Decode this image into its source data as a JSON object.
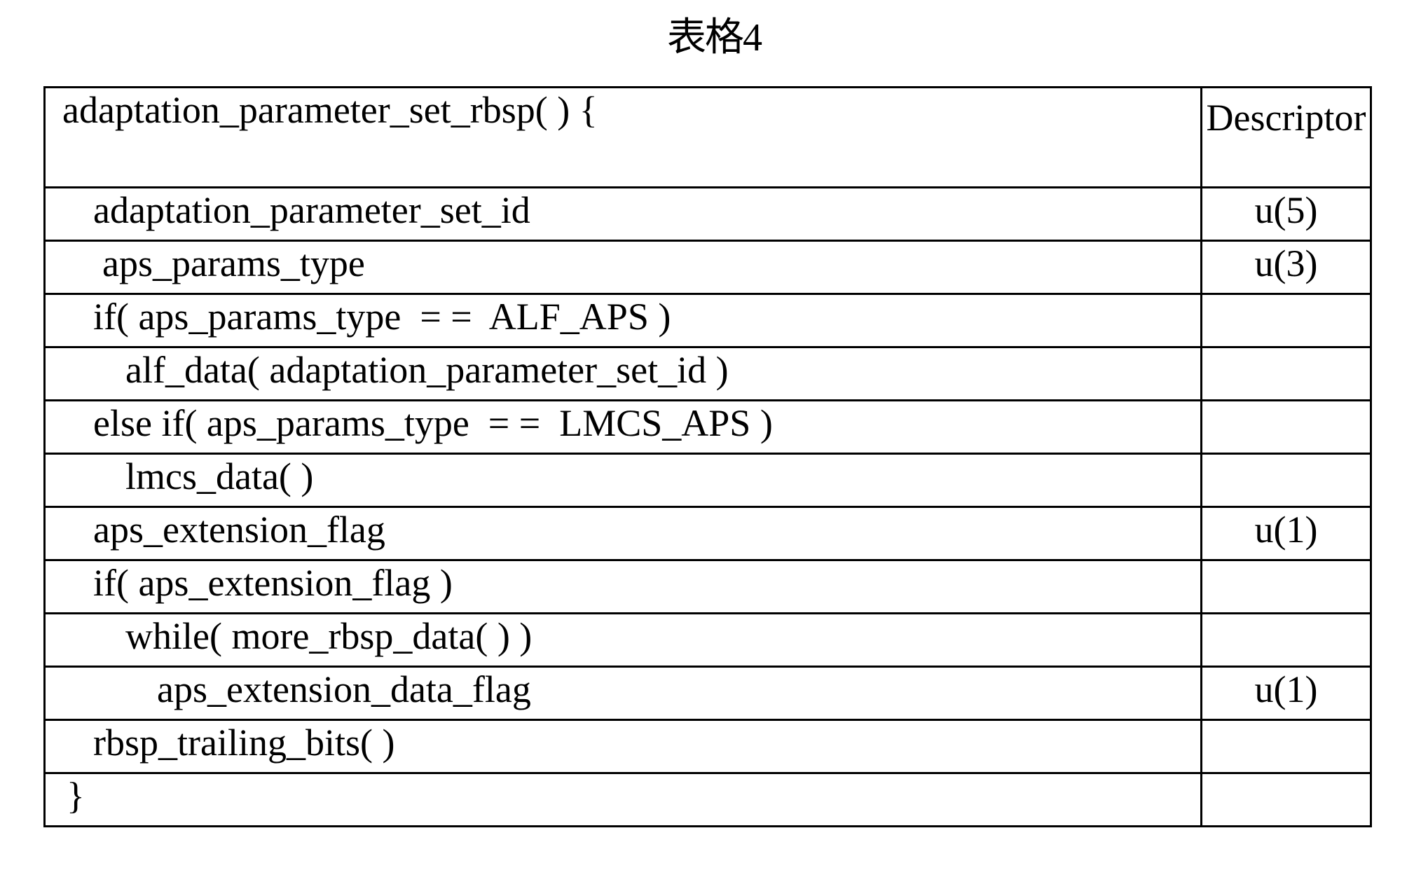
{
  "title": "表格4",
  "table": {
    "header": {
      "syntax": "adaptation_parameter_set_rbsp( ) {",
      "descriptor": "Descriptor"
    },
    "rows": [
      {
        "syntax": "adaptation_parameter_set_id",
        "indent": 1,
        "descriptor": "u(5)"
      },
      {
        "syntax": "aps_params_type",
        "indent": 1,
        "descriptor": "u(3)"
      },
      {
        "syntax": "if( aps_params_type  = =  ALF_APS )",
        "indent": 1,
        "descriptor": ""
      },
      {
        "syntax": "alf_data( adaptation_parameter_set_id )",
        "indent": 2,
        "descriptor": ""
      },
      {
        "syntax": "else if( aps_params_type  = =  LMCS_APS )",
        "indent": 1,
        "descriptor": ""
      },
      {
        "syntax": "lmcs_data( )",
        "indent": 2,
        "descriptor": ""
      },
      {
        "syntax": "aps_extension_flag",
        "indent": 1,
        "descriptor": "u(1)"
      },
      {
        "syntax": "if( aps_extension_flag )",
        "indent": 1,
        "descriptor": ""
      },
      {
        "syntax": "while( more_rbsp_data( ) )",
        "indent": 2,
        "descriptor": ""
      },
      {
        "syntax": "aps_extension_data_flag",
        "indent": 3,
        "descriptor": "u(1)"
      },
      {
        "syntax": "rbsp_trailing_bits( )",
        "indent": 1,
        "descriptor": ""
      },
      {
        "syntax": "}",
        "indent": 0,
        "descriptor": ""
      }
    ]
  }
}
